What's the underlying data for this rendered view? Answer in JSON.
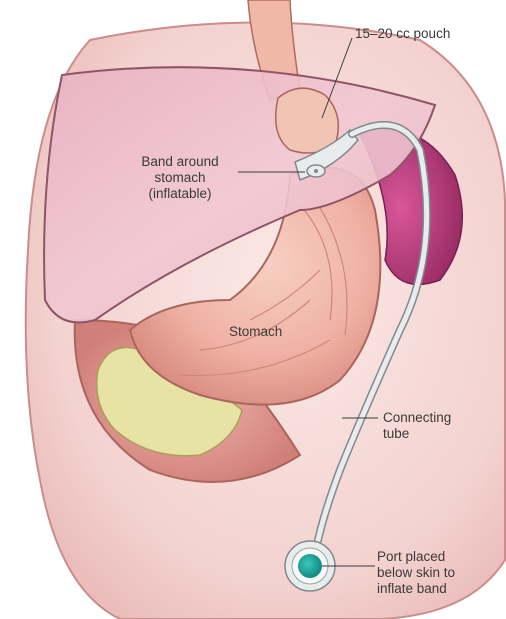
{
  "labels": {
    "pouch": "15–20 cc pouch",
    "band": [
      "Band around",
      "stomach",
      "(inflatable)"
    ],
    "stomach": "Stomach",
    "tube": [
      "Connecting",
      "tube"
    ],
    "port": [
      "Port placed",
      "below skin to",
      "inflate band"
    ]
  },
  "colors": {
    "background": "#ffffff",
    "body_cavity": "#f6dbd8",
    "liver": "#efc3cf",
    "liver_outline": "#8e5566",
    "stomach": "#efb3a5",
    "stomach_outline": "#a8665c",
    "spleen": "#b33a7a",
    "food": "#e7e3a5",
    "tube": "#e9ecec",
    "tube_outline": "#808a8c",
    "port": "#1aa39a",
    "leader_line": "#3a3a3a"
  },
  "icons": [
    "band-clasp-icon",
    "port-icon"
  ]
}
